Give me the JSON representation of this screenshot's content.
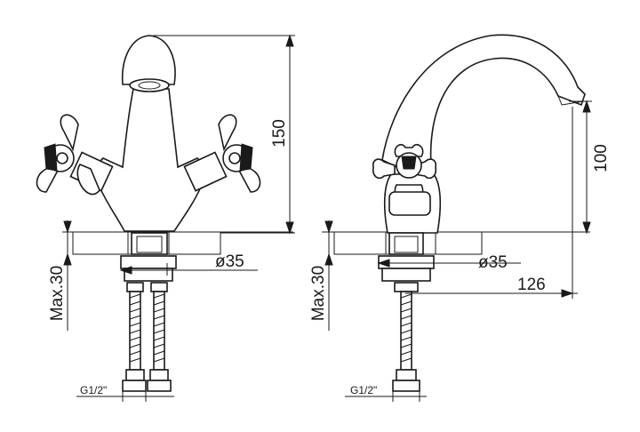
{
  "dimensions": {
    "height": "150",
    "spout_height": "100",
    "reach": "126",
    "hole_diameter_left": "ø35",
    "hole_diameter_right": "ø35",
    "max_thickness_left": "Max.30",
    "max_thickness_right": "Max.30",
    "thread_left": "G1/2\"",
    "thread_right": "G1/2\""
  }
}
